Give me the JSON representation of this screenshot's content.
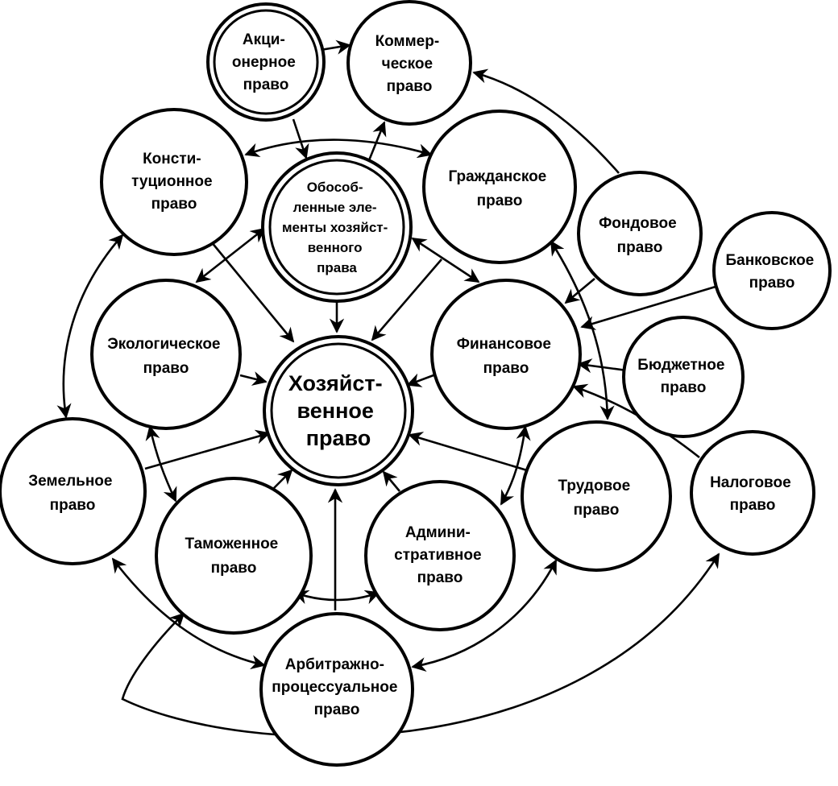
{
  "nodes": {
    "akcionernoe": [
      "Акци-",
      "онерное",
      "право"
    ],
    "kommercheskoe": [
      "Коммер-",
      "ческое",
      "право"
    ],
    "konstitucionnoe": [
      "Консти-",
      "туционное",
      "право"
    ],
    "obosoblennye": [
      "Обособ-",
      "ленные эле-",
      "менты хозяйст-",
      "венного",
      "права"
    ],
    "grazhdanskoe": [
      "Гражданское",
      "право"
    ],
    "fondovoe": [
      "Фондовое",
      "право"
    ],
    "bankovskoe": [
      "Банковское",
      "право"
    ],
    "ekologicheskoe": [
      "Экологическое",
      "право"
    ],
    "hozyaystvennoe": [
      "Хозяйст-",
      "венное",
      "право"
    ],
    "finansovoe": [
      "Финансовое",
      "право"
    ],
    "byudzhetnoe": [
      "Бюджетное",
      "право"
    ],
    "zemelnoe": [
      "Земельное",
      "право"
    ],
    "tamozhennoe": [
      "Таможенное",
      "право"
    ],
    "administrativnoe": [
      "Админи-",
      "стративное",
      "право"
    ],
    "trudovoe": [
      "Трудовое",
      "право"
    ],
    "nalogovoe": [
      "Налоговое",
      "право"
    ],
    "arbitrazhno": [
      "Арбитражно-",
      "процессуальное",
      "право"
    ]
  }
}
